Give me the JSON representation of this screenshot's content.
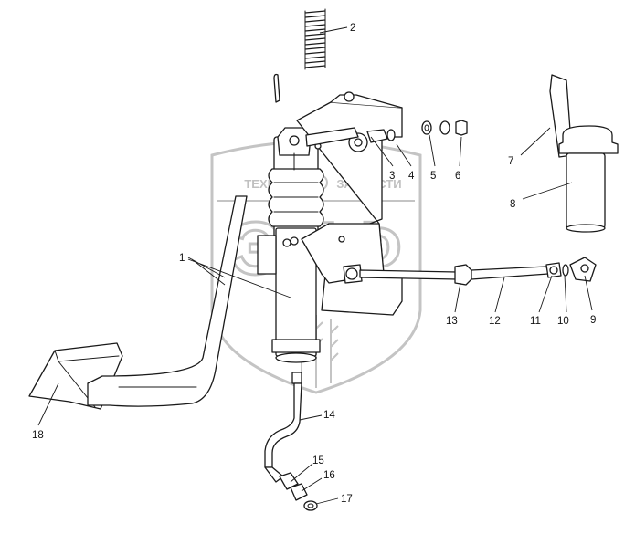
{
  "watermark": {
    "brand_text": "ЭПФ",
    "tagline_left": "ТЕХНИКА",
    "tagline_right": "ЗАПЧАСТИ",
    "color": "#c0c0c0"
  },
  "callouts": [
    "1",
    "2",
    "3",
    "4",
    "5",
    "6",
    "7",
    "8",
    "9",
    "10",
    "11",
    "12",
    "13",
    "14",
    "15",
    "16",
    "17",
    "18"
  ],
  "line_color": "#1a1a1a"
}
